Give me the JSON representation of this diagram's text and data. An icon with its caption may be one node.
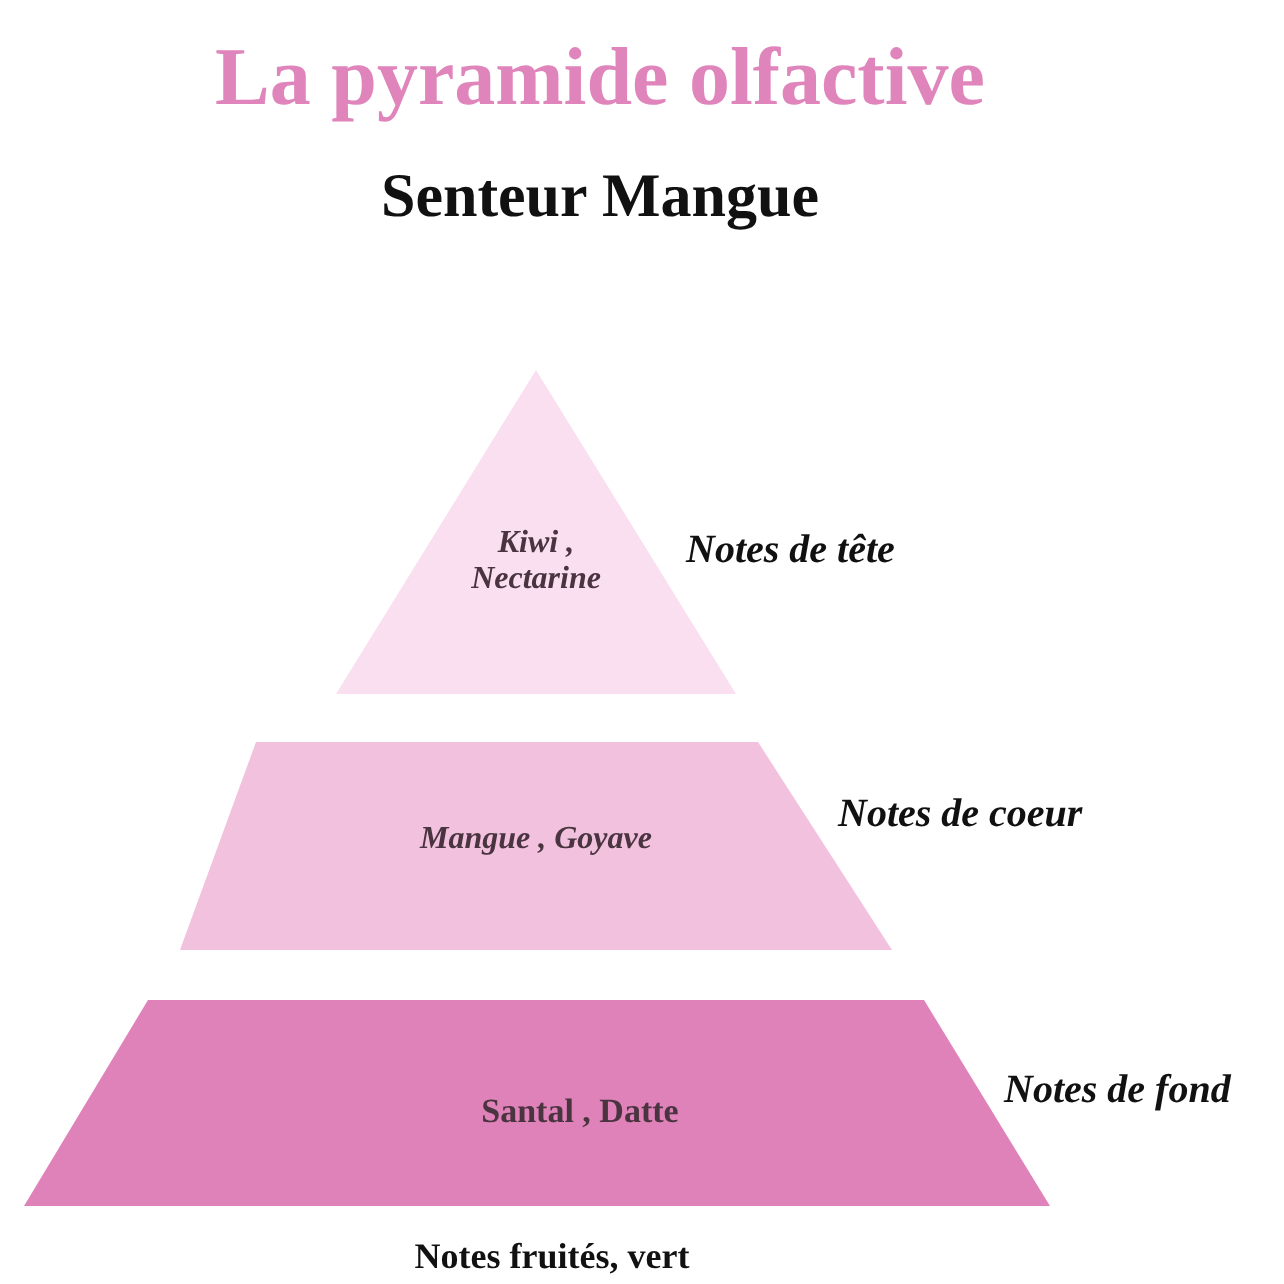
{
  "diagram": {
    "title": "La pyramide olfactive",
    "caption": "Notes fruités, vert",
    "nodes": [
      {
        "text": [
          "Kiwi , Nectarine"
        ],
        "beside": [
          "Notes de tête"
        ]
      },
      {
        "text": [
          "Mangue , Goyave"
        ],
        "beside": [
          "Notes de coeur"
        ]
      },
      {
        "text": [
          "Santal , Datte"
        ],
        "beside": [
          "Notes de fond"
        ]
      }
    ],
    "labels": [
      "Senteur Mangue"
    ]
  }
}
